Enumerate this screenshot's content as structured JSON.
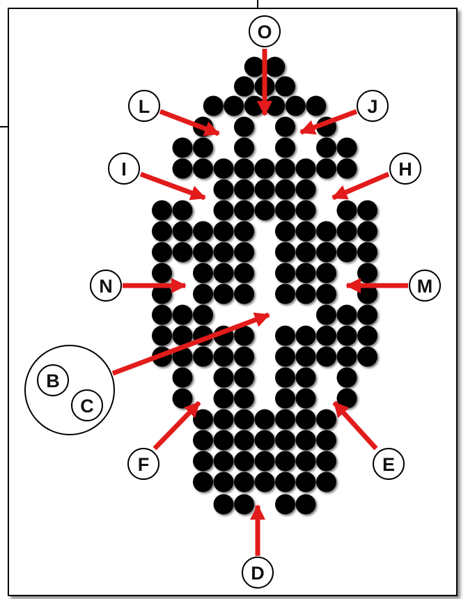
{
  "colors": {
    "dot": "#000000",
    "arrow": "#e21b1b",
    "background": "#ffffff",
    "frame": "#000000"
  },
  "labels": {
    "O": "O",
    "J": "J",
    "L": "L",
    "H": "H",
    "I": "I",
    "M": "M",
    "N": "N",
    "B": "B",
    "C": "C",
    "E": "E",
    "F": "F",
    "D": "D"
  }
}
